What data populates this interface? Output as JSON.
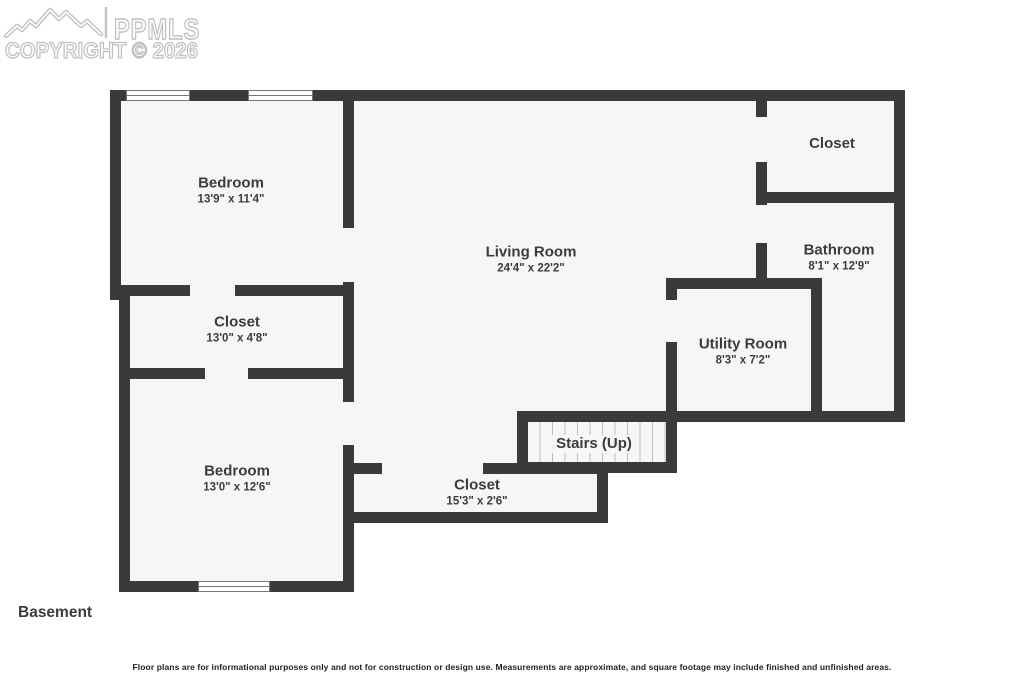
{
  "watermark": {
    "brand": "PPMLS",
    "copyright": "COPYRIGHT © 2026"
  },
  "plan": {
    "floor_label": "Basement",
    "rooms": [
      {
        "id": "bedroom-top",
        "name": "Bedroom",
        "dims": "13'9\" x 11'4\""
      },
      {
        "id": "living-room",
        "name": "Living Room",
        "dims": "24'4\" x 22'2\""
      },
      {
        "id": "closet-top-right",
        "name": "Closet",
        "dims": ""
      },
      {
        "id": "bathroom",
        "name": "Bathroom",
        "dims": "8'1\" x 12'9\""
      },
      {
        "id": "closet-mid-left",
        "name": "Closet",
        "dims": "13'0\" x 4'8\""
      },
      {
        "id": "utility-room",
        "name": "Utility Room",
        "dims": "8'3\" x 7'2\""
      },
      {
        "id": "stairs",
        "name": "Stairs (Up)",
        "dims": ""
      },
      {
        "id": "closet-bottom",
        "name": "Closet",
        "dims": "15'3\" x 2'6\""
      },
      {
        "id": "bedroom-bottom",
        "name": "Bedroom",
        "dims": "13'0\" x 12'6\""
      }
    ]
  },
  "footer": {
    "disclaimer": "Floor plans are for informational purposes only and not for construction or design use. Measurements are approximate, and square footage may include finished and unfinished areas."
  },
  "colors": {
    "wall": "#3a3a3a",
    "room_fill": "#f6f6f6",
    "label_text": "#3c3c3c",
    "watermark_outline": "#c3c3c3"
  }
}
